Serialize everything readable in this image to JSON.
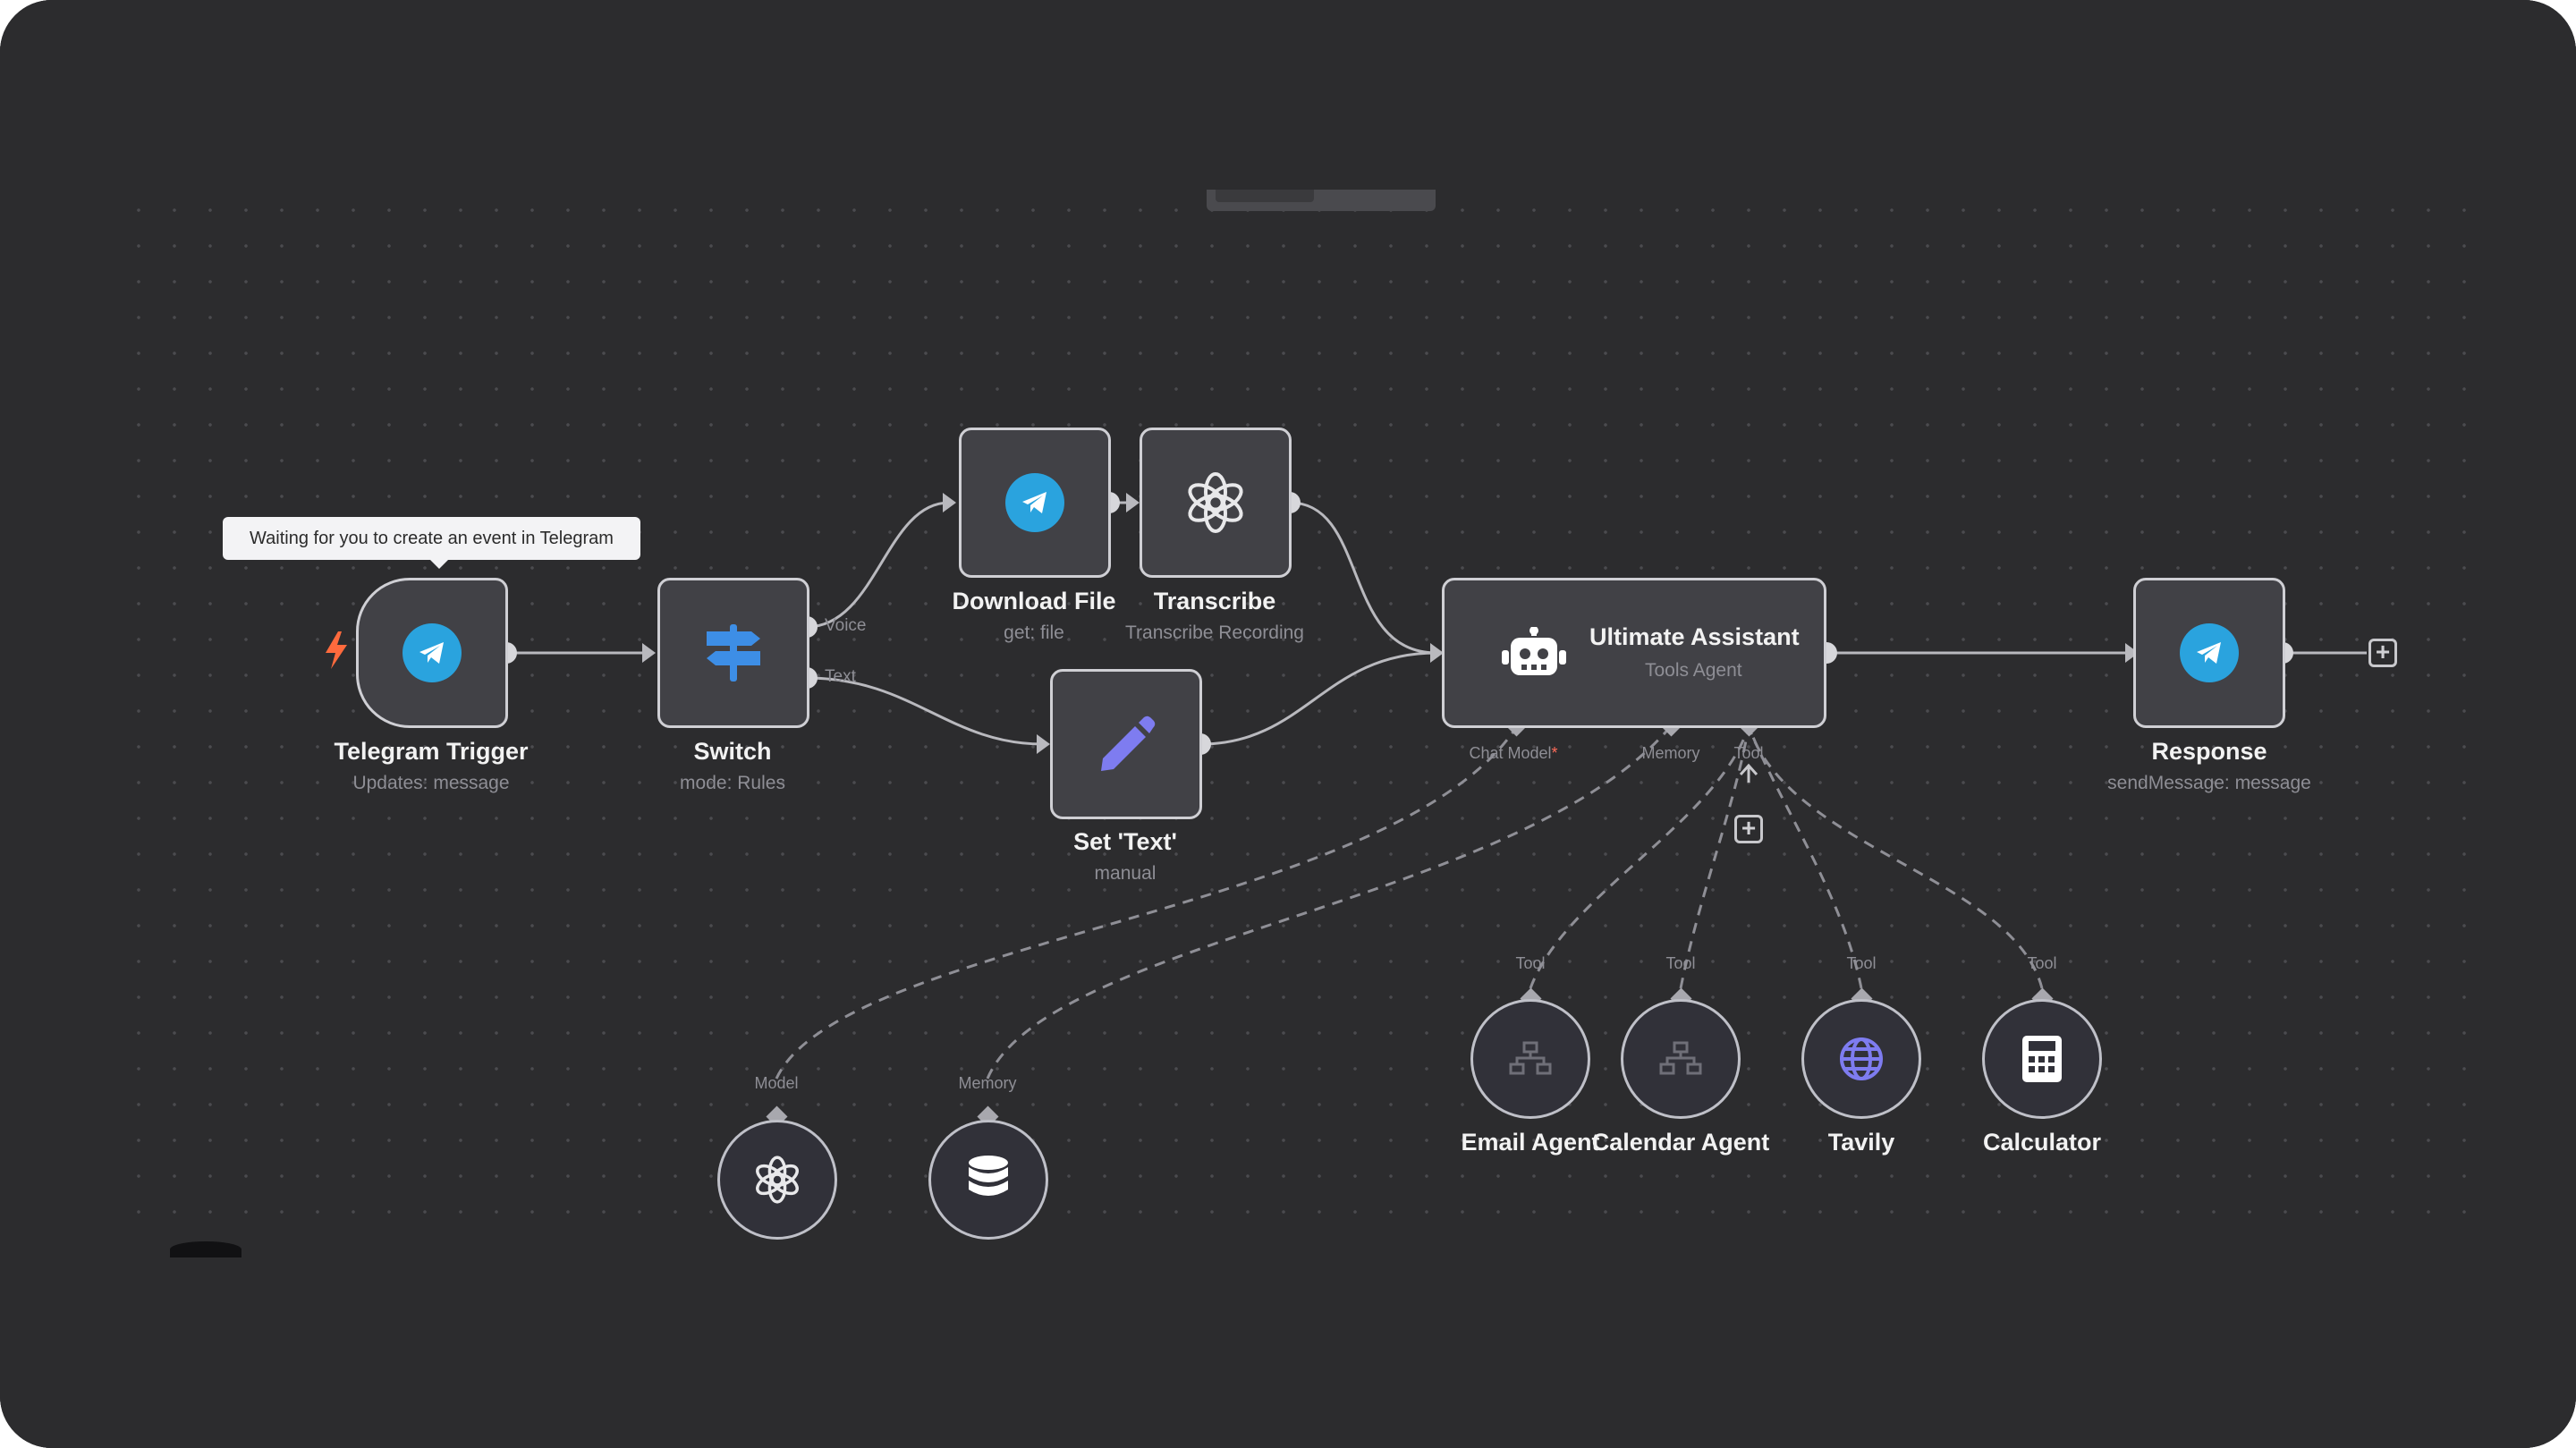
{
  "tooltip": "Waiting for you to create an event in Telegram",
  "nodes": {
    "telegram_trigger": {
      "title": "Telegram Trigger",
      "subtitle": "Updates: message"
    },
    "switch": {
      "title": "Switch",
      "subtitle": "mode: Rules",
      "outputs": [
        "Voice",
        "Text"
      ]
    },
    "download_file": {
      "title": "Download File",
      "subtitle": "get: file"
    },
    "transcribe": {
      "title": "Transcribe",
      "subtitle": "Transcribe Recording"
    },
    "set_text": {
      "title": "Set 'Text'",
      "subtitle": "manual"
    },
    "ultimate_assistant": {
      "title": "Ultimate Assistant",
      "subtitle": "Tools Agent",
      "ports": [
        "Chat Model",
        "Memory",
        "Tool"
      ],
      "required_mark": "*"
    },
    "response": {
      "title": "Response",
      "subtitle": "sendMessage: message"
    },
    "model": {
      "port": "Model"
    },
    "memory": {
      "port": "Memory"
    },
    "email_agent": {
      "title": "Email Agent",
      "port": "Tool"
    },
    "calendar_agent": {
      "title": "Calendar Agent",
      "port": "Tool"
    },
    "tavily": {
      "title": "Tavily",
      "port": "Tool"
    },
    "calculator": {
      "title": "Calculator",
      "port": "Tool"
    }
  },
  "icons": {
    "trigger": "lightning-icon",
    "telegram": "telegram-icon",
    "switch": "signpost-icon",
    "openai": "openai-icon",
    "pencil": "pencil-icon",
    "robot": "robot-icon",
    "database": "database-icon",
    "workflow": "workflow-icon",
    "globe": "globe-icon",
    "calculator": "calculator-icon",
    "plus": "plus-icon"
  },
  "colors": {
    "background": "#2c2c2e",
    "node_fill": "#414146",
    "node_border": "#cfcfd4",
    "telegram": "#2aa3de",
    "switch": "#3d8ee6",
    "pencil": "#7e7cf0",
    "globe": "#7e7cf0",
    "trigger": "#ff6a3d"
  }
}
